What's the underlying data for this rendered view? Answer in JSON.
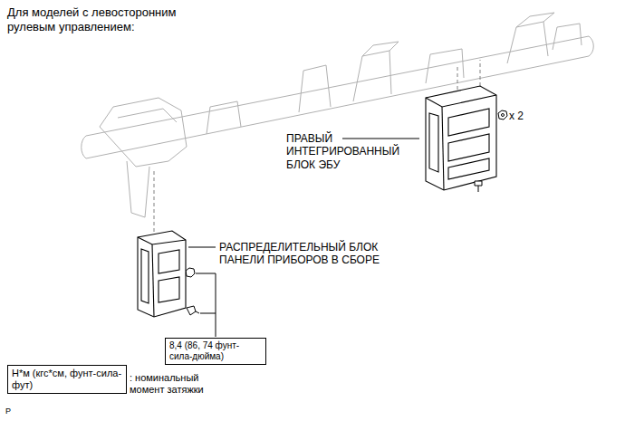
{
  "diagram": {
    "title": "Для моделей с левосторонним рулевым управлением:",
    "nodes": [
      {
        "text": [
          "8,4 (86, 74 фунт-сила-дюйма)"
        ]
      },
      {
        "text": [
          "Н*м (кгс*см, фунт-сила-фут)"
        ]
      }
    ],
    "labels": [
      "x 2",
      "ПРАВЫЙ ИНТЕГРИРОВАННЫЙ БЛОК ЭБУ",
      "РАСПРЕДЕЛИТЕЛЬНЫЙ БЛОК ПАНЕЛИ ПРИБОРОВ В СБОРЕ",
      ": номинальный момент затяжки",
      "P"
    ]
  }
}
